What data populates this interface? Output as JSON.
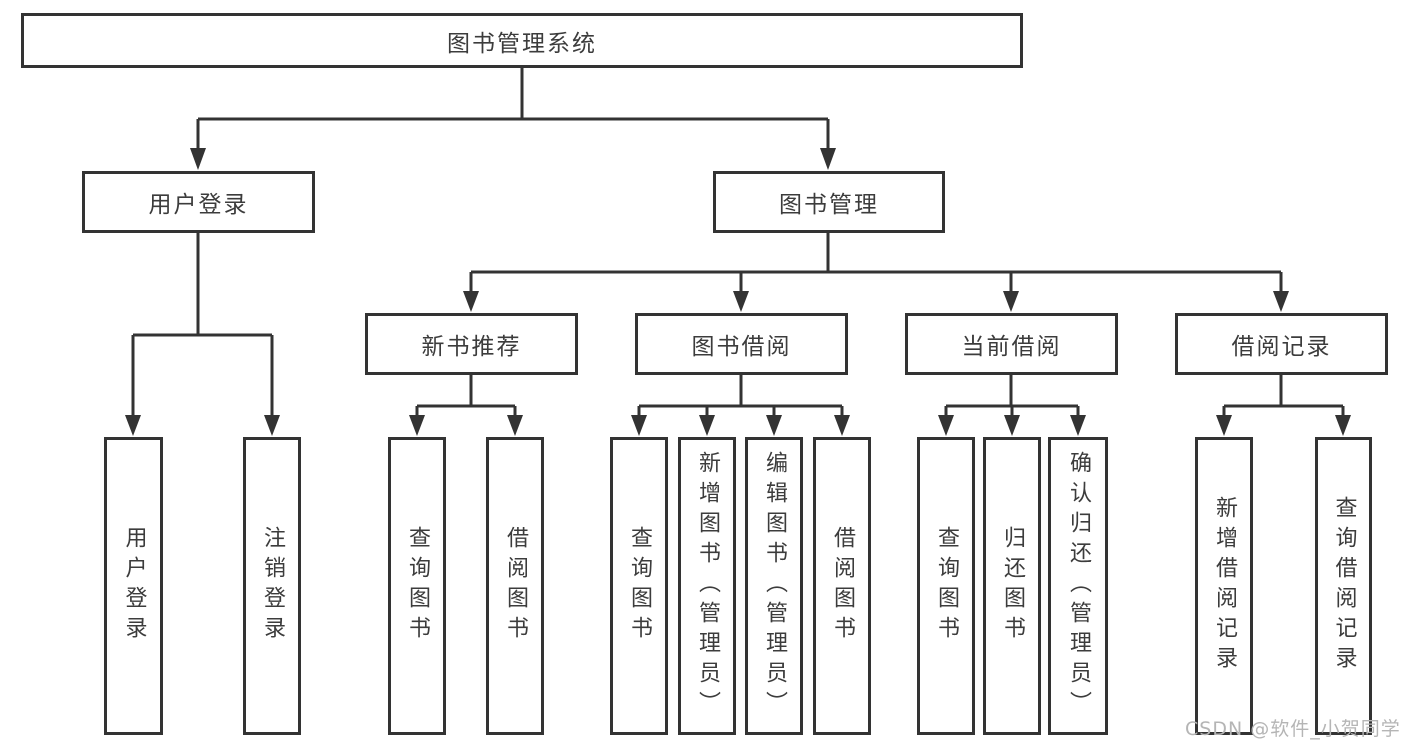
{
  "diagram_title": "图书管理系统",
  "nodes": {
    "root": "图书管理系统",
    "level2": [
      {
        "label": "用户登录",
        "children": [
          "用户登录",
          "注销登录"
        ]
      },
      {
        "label": "图书管理",
        "children": [
          {
            "label": "新书推荐",
            "children": [
              "查询图书",
              "借阅图书"
            ]
          },
          {
            "label": "图书借阅",
            "children": [
              "查询图书",
              "新增图书（管理员）",
              "编辑图书（管理员）",
              "借阅图书"
            ]
          },
          {
            "label": "当前借阅",
            "children": [
              "查询图书",
              "归还图书",
              "确认归还（管理员）"
            ]
          },
          {
            "label": "借阅记录",
            "children": [
              "新增借阅记录",
              "查询借阅记录"
            ]
          }
        ]
      }
    ]
  },
  "watermark": "CSDN @软件_小贺同学",
  "colors": {
    "line": "#333333",
    "box_border": "#333333",
    "text": "#3c3c3c",
    "watermark": "#b5b5b5",
    "background": "#ffffff"
  }
}
